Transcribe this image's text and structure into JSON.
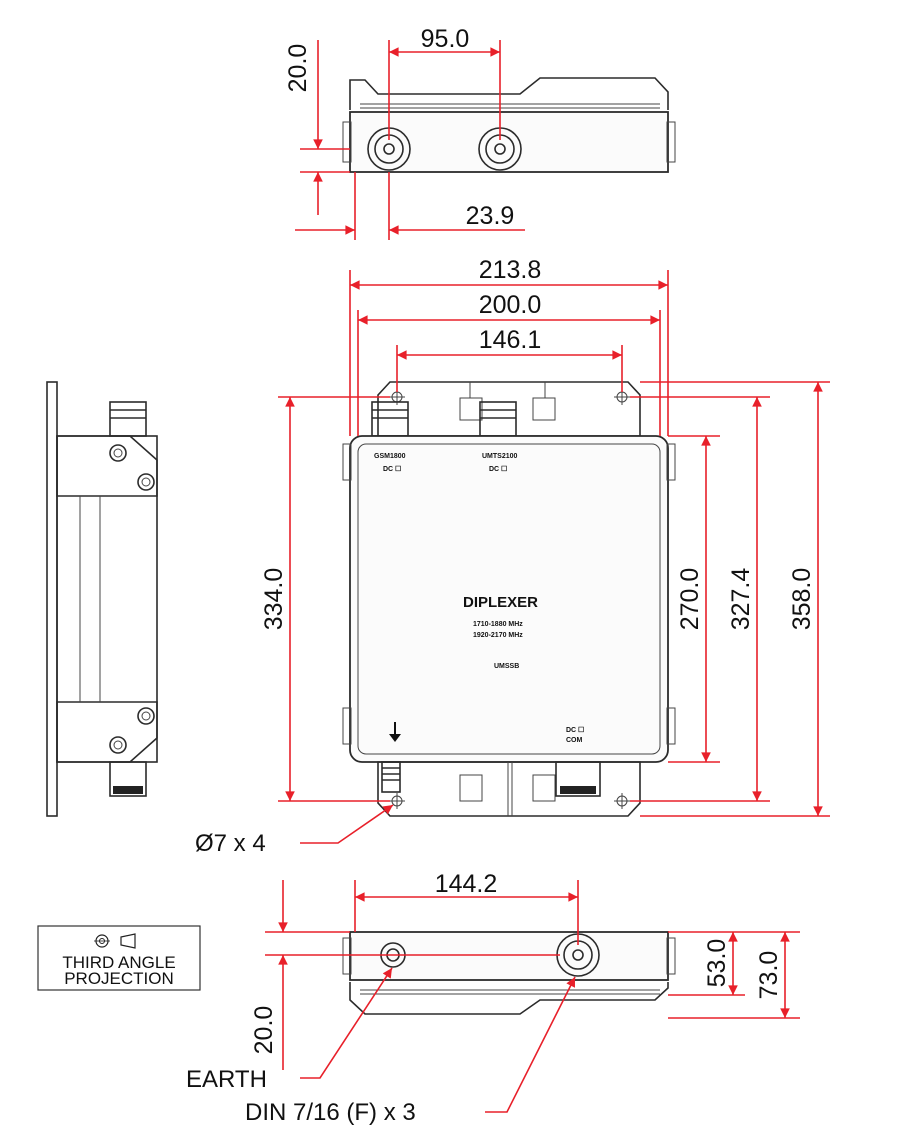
{
  "dimensions": {
    "top_width": "95.0",
    "top_height": "20.0",
    "top_offset": "23.9",
    "overall_width": "213.8",
    "body_width": "200.0",
    "hole_spacing": "146.1",
    "height_334": "334.0",
    "height_270": "270.0",
    "height_327": "327.4",
    "height_358": "358.0",
    "bottom_spacing": "144.2",
    "bottom_53": "53.0",
    "bottom_73": "73.0",
    "bottom_20": "20.0"
  },
  "callouts": {
    "holes": "Ø7 x 4",
    "earth": "EARTH",
    "din": "DIN 7/16 (F) x 3"
  },
  "device": {
    "title": "DIPLEXER",
    "freq_1": "1710-1880 MHz",
    "freq_2": "1920-2170 MHz",
    "port_left": "GSM1800",
    "port_right": "UMTS2100",
    "dc_left": "DC ☐",
    "dc_right": "DC ☐",
    "dc_com": "DC ☐",
    "com": "COM",
    "code": "UMSSB"
  },
  "projection": {
    "line1": "THIRD ANGLE",
    "line2": "PROJECTION"
  }
}
